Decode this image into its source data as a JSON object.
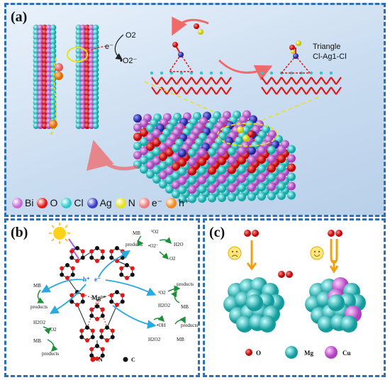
{
  "panel_a": {
    "label": "(a)",
    "o2": "O2",
    "electron": "e⁻",
    "superoxide": "•O2⁻",
    "triangle_line1": "Triangle",
    "triangle_line2": "Cl-Ag1-Cl",
    "legend": [
      {
        "text": "Bi",
        "color": "#c86ad6"
      },
      {
        "text": "O",
        "color": "#e01818"
      },
      {
        "text": "Cl",
        "color": "#2ec9c9"
      },
      {
        "text": "Ag",
        "color": "#3a3acb"
      },
      {
        "text": "N",
        "color": "#e6e21a"
      },
      {
        "text": "e⁻",
        "color": "#f07a7a"
      },
      {
        "text": "h⁺",
        "color": "#f08a1e"
      }
    ]
  },
  "panel_b": {
    "label": "(b)",
    "mb": "MB",
    "products": "products",
    "singlet_o2": "¹O2",
    "superoxide": "•O2⁻",
    "o2": "O2",
    "h2o": "H2O",
    "h2o2": "H2O2",
    "oh": "•OH",
    "holes": "h⁺",
    "electrons": "e⁻",
    "metal": "Mg²⁺",
    "legend_n": "N",
    "legend_c": "C"
  },
  "panel_c": {
    "label": "(c)",
    "legend_o": "O",
    "legend_mg": "Mg",
    "legend_cu": "Cu"
  },
  "colors": {
    "border": "#2f6fb4",
    "arrow": "#2aa8e0",
    "green": "#1f8f3a"
  }
}
